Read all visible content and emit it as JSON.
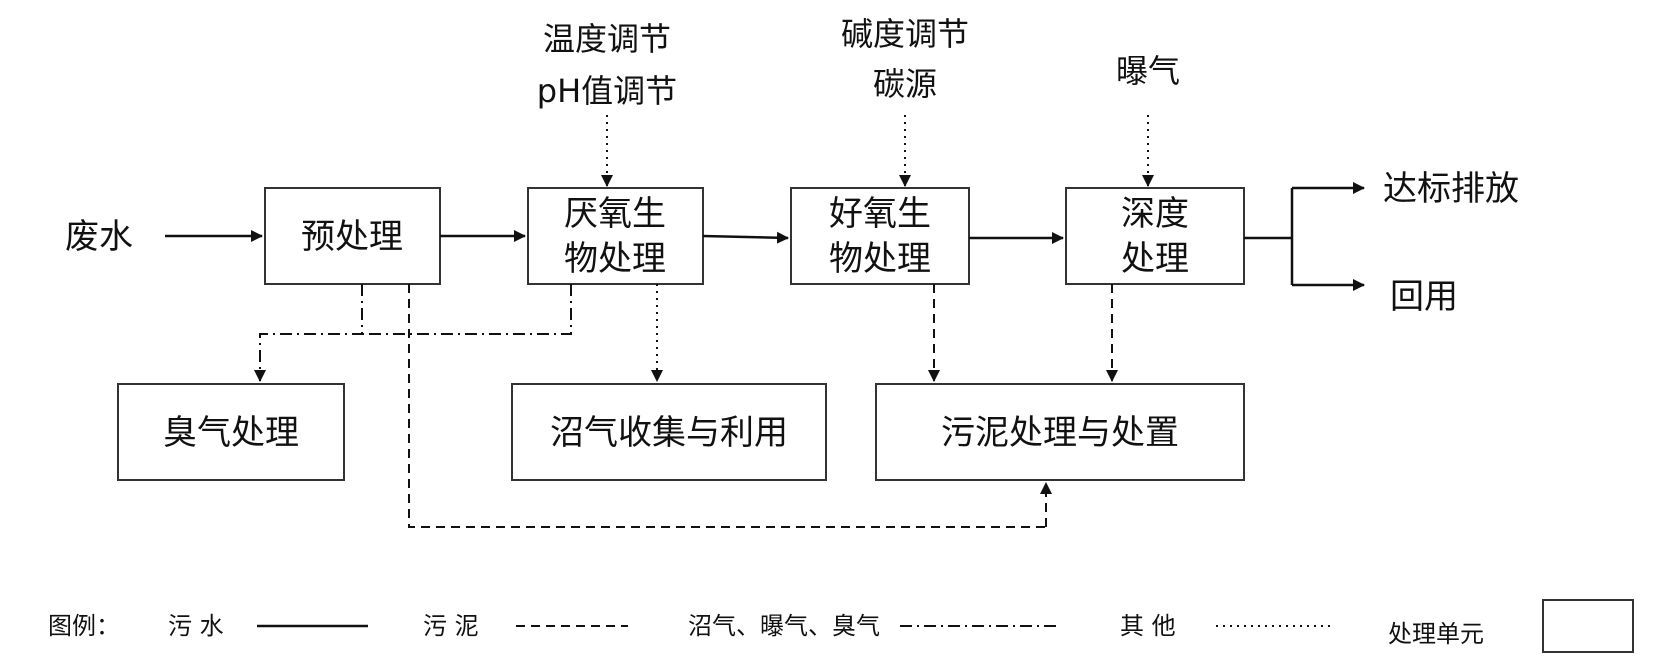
{
  "nodes": {
    "wastewater": "废水",
    "pretreatment": "预处理",
    "anaerobic": [
      "厌氧生",
      "物处理"
    ],
    "aerobic": [
      "好氧生",
      "物处理"
    ],
    "advanced": [
      "深度",
      "处理"
    ],
    "discharge": "达标排放",
    "reuse": "回用",
    "odor": "臭气处理",
    "biogas": "沼气收集与利用",
    "sludge": "污泥处理与处置"
  },
  "annotations": {
    "pretreatment": [
      "温度调节",
      "pH值调节"
    ],
    "anaerobic": [
      "碱度调节",
      "碳源"
    ],
    "advanced": [
      "曝气"
    ]
  },
  "legend": {
    "title": "图例：",
    "sewage": "污 水",
    "sludge": "污 泥",
    "gas": "沼气、曝气、臭气",
    "other": "其 他",
    "unit": "处理单元"
  },
  "colors": {
    "ink": "#111111",
    "box_stroke": "#333333"
  }
}
